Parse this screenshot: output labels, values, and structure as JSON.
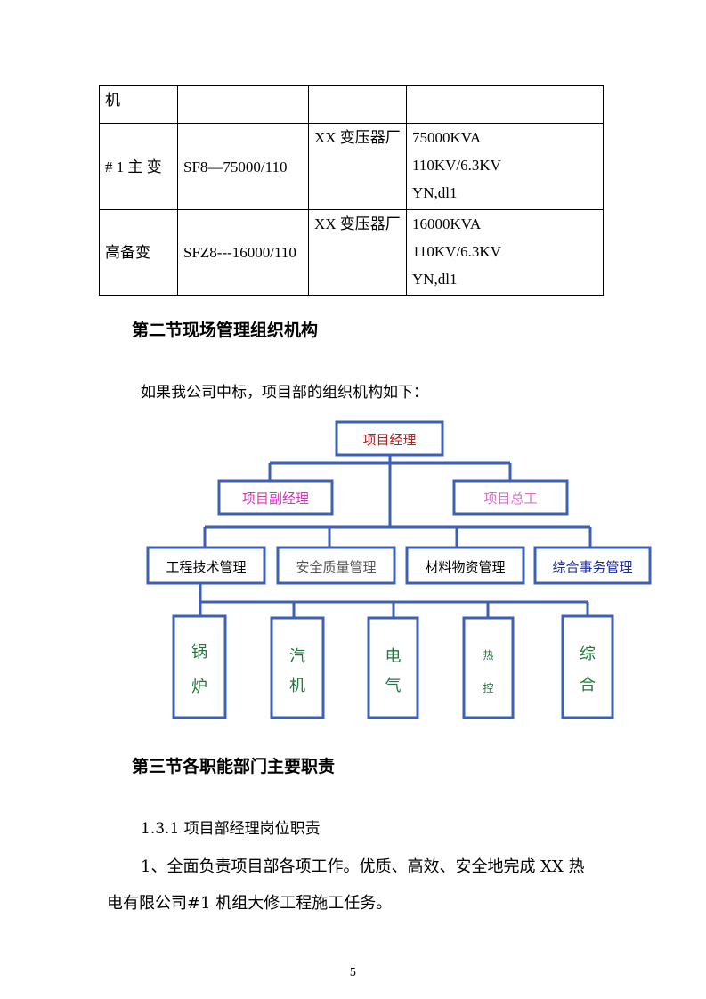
{
  "table": {
    "rows": [
      [
        "机",
        "",
        "",
        ""
      ],
      [
        "# 1 主 变",
        "SF8—75000/110",
        "XX 变压器厂",
        "75000KVA\n110KV/6.3KV\nYN,dl1"
      ],
      [
        "高备变",
        "SFZ8---16000/110",
        "XX 变压器厂",
        "16000KVA\n110KV/6.3KV\nYN,dl1"
      ]
    ]
  },
  "section2": {
    "title": "第二节现场管理组织机构"
  },
  "intro": "如果我公司中标，项目部的组织机构如下：",
  "org": {
    "root": {
      "label": "项目经理",
      "color": "#b22222"
    },
    "level2": [
      {
        "label": "项目副经理",
        "color": "#d633c6"
      },
      {
        "label": "项目总工",
        "color": "#d870c8"
      }
    ],
    "level3": [
      {
        "label": "工程技术管理",
        "color": "#000000"
      },
      {
        "label": "安全质量管理",
        "color": "#555555"
      },
      {
        "label": "材料物资管理",
        "color": "#000000"
      },
      {
        "label": "综合事务管理",
        "color": "#1a2a9a"
      }
    ],
    "level4": [
      {
        "c1": "锅",
        "c2": "炉"
      },
      {
        "c1": "汽",
        "c2": "机"
      },
      {
        "c1": "电",
        "c2": "气"
      },
      {
        "c1": "热",
        "c2": "控"
      },
      {
        "c1": "综",
        "c2": "合"
      }
    ],
    "level4_color": "#1f7a3a"
  },
  "section3": {
    "title": "第三节各职能部门主要职责"
  },
  "sub1": "1.3.1 项目部经理岗位职责",
  "p1_line1": "1、全面负责项目部各项工作。优质、高效、安全地完成 XX 热",
  "p1_line2": "电有限公司#1 机组大修工程施工任务。",
  "page_number": "5"
}
